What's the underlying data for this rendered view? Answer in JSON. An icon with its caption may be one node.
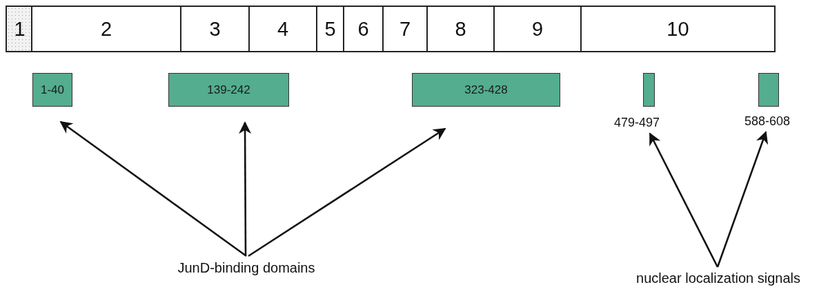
{
  "diagram": {
    "nodes": [
      {
        "text": [
          "1"
        ]
      },
      {
        "text": [
          "2"
        ]
      },
      {
        "text": [
          "3"
        ]
      },
      {
        "text": [
          "4"
        ]
      },
      {
        "text": [
          "5"
        ]
      },
      {
        "text": [
          "6"
        ]
      },
      {
        "text": [
          "7"
        ]
      },
      {
        "text": [
          "8"
        ]
      },
      {
        "text": [
          "9"
        ]
      },
      {
        "text": [
          "10"
        ]
      },
      {
        "text": [
          "1-40"
        ]
      },
      {
        "text": [
          "139-242"
        ]
      },
      {
        "text": [
          "323-428"
        ]
      },
      {
        "text": [],
        "shape": "box",
        "beside": [
          "479-497"
        ]
      },
      {
        "text": [],
        "shape": "box",
        "beside": [
          "588-608"
        ]
      },
      {
        "text": [
          "JunD-binding domains"
        ]
      },
      {
        "text": [
          "nuclear localization signals"
        ]
      }
    ],
    "edges": [
      {
        "from": 15,
        "to": 10,
        "arrow": "to"
      },
      {
        "from": 15,
        "to": 11,
        "arrow": "to"
      },
      {
        "from": 15,
        "to": 12,
        "arrow": "to"
      },
      {
        "from": 16,
        "to": 13,
        "arrow": "to"
      },
      {
        "from": 16,
        "to": 14,
        "arrow": "to"
      }
    ]
  }
}
